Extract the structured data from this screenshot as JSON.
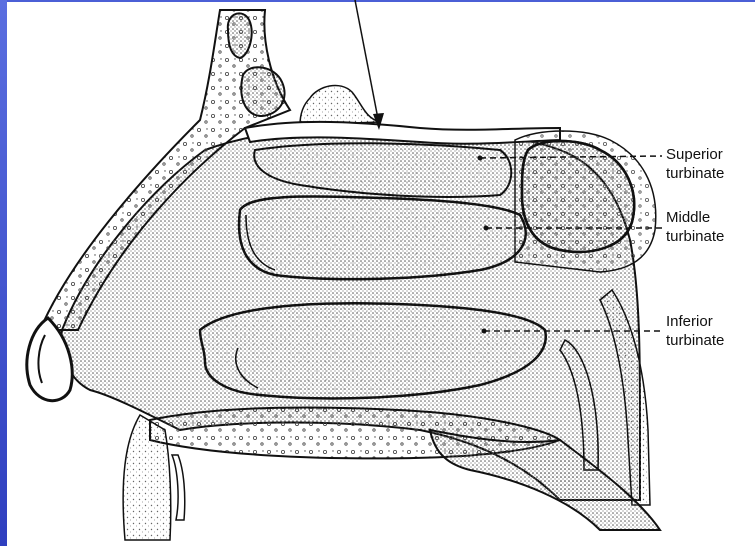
{
  "labels": {
    "superior": "Superior\nturbinate",
    "middle": "Middle\nturbinate",
    "inferior": "Inferior\nturbinate"
  },
  "colors": {
    "ink": "#111111",
    "paper": "#ffffff",
    "stipple_dark": "#8a8a8a",
    "stipple_light": "#c9c9c9",
    "slide_edge": "#3b4fd0"
  }
}
